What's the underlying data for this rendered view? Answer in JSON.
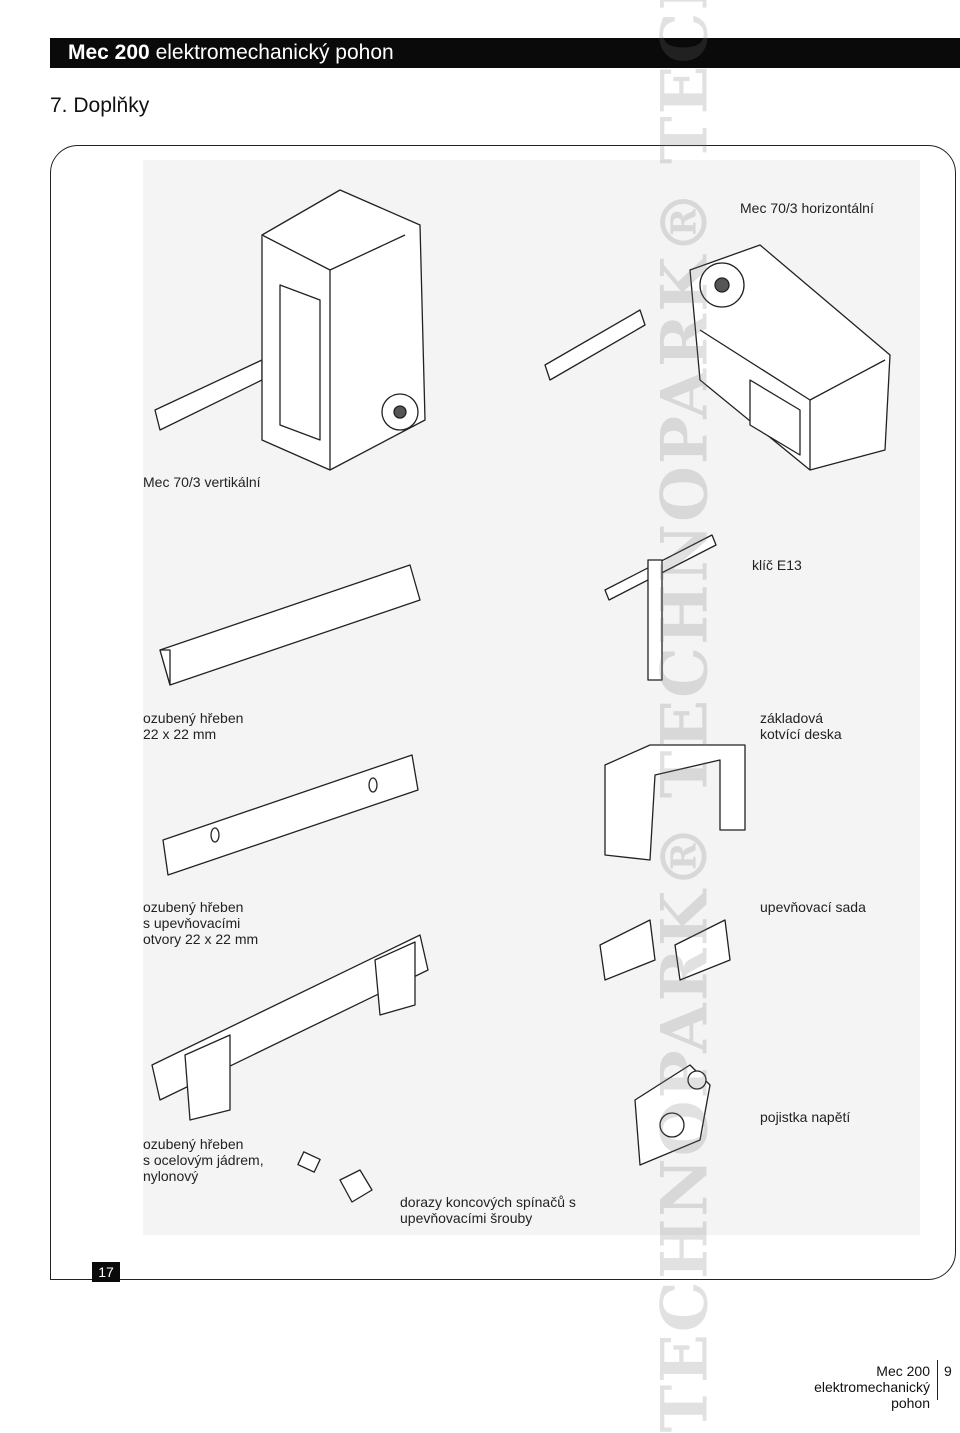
{
  "header": {
    "title_bold": "Mec 200",
    "title_rest": " elektromechanický pohon"
  },
  "section": {
    "title": "7. Doplňky"
  },
  "labels": {
    "horizontal": "Mec 70/3 horizontální",
    "vertical": "Mec 70/3 vertikální",
    "key": "klíč E13",
    "rack_plain": "ozubený hřeben\n22 x 22 mm",
    "base_plate": "základová\nkotvící deska",
    "rack_holes": "ozubený hřeben\ns upevňovacími\notvory 22 x 22 mm",
    "fixing_set": "upevňovací sada",
    "tensioner": "pojistka napětí",
    "rack_nylon": "ozubený hřeben\ns ocelovým jádrem,\nnylonový",
    "stops": "dorazy koncových spínačů s\nupevňovacími šrouby"
  },
  "page_badge": "17",
  "watermark": "TECHNOPARK® TECHNOPARK® TECHNOPARK®",
  "footer": {
    "line1": "Mec 200",
    "line2": "elektromechanický pohon",
    "page_number": "9"
  }
}
